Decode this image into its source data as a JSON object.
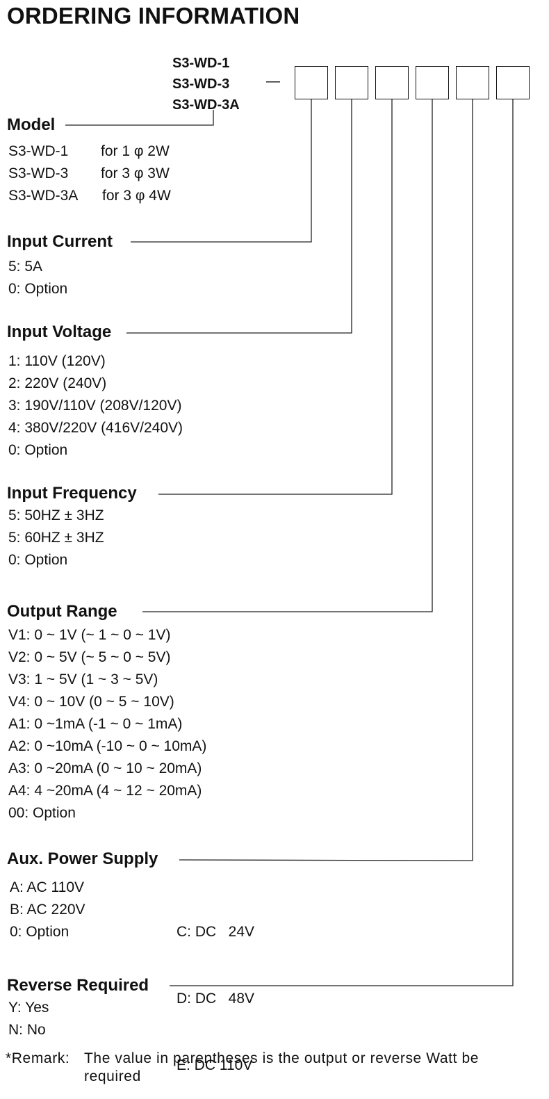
{
  "title": "ORDERING  INFORMATION",
  "header": {
    "models": [
      "S3-WD-1",
      "S3-WD-3",
      "S3-WD-3A"
    ],
    "dash": "—"
  },
  "code_boxes": [
    "",
    "",
    "",
    "",
    "",
    ""
  ],
  "model": {
    "heading": "Model",
    "items": [
      {
        "code": "S3-WD-1",
        "desc": "for 1 φ 2W"
      },
      {
        "code": "S3-WD-3",
        "desc": "for 3 φ 3W"
      },
      {
        "code": "S3-WD-3A",
        "desc": "for 3 φ 4W"
      }
    ]
  },
  "input_current": {
    "heading": "Input Current",
    "items": [
      "5: 5A",
      "0: Option"
    ]
  },
  "input_voltage": {
    "heading": "Input Voltage",
    "items": [
      "1: 110V (120V)",
      "2: 220V (240V)",
      "3: 190V/110V (208V/120V)",
      "4: 380V/220V (416V/240V)",
      "0: Option"
    ]
  },
  "input_frequency": {
    "heading": "Input  Frequency",
    "items": [
      "5: 50HZ ± 3HZ",
      "5: 60HZ ±  3HZ",
      "0: Option"
    ]
  },
  "output_range": {
    "heading": "Output  Range",
    "items": [
      "V1: 0 ~ 1V (~ 1 ~ 0 ~ 1V)",
      "V2: 0 ~ 5V (~ 5 ~ 0 ~ 5V)",
      "V3: 1 ~ 5V (1 ~ 3 ~ 5V)",
      "V4: 0 ~ 10V (0 ~ 5 ~ 10V)",
      "A1: 0 ~1mA (-1 ~ 0 ~ 1mA)",
      "A2: 0 ~10mA (-10 ~ 0 ~ 10mA)",
      "A3: 0 ~20mA (0 ~ 10 ~ 20mA)",
      "A4: 4 ~20mA (4 ~ 12 ~ 20mA)",
      "00: Option"
    ]
  },
  "aux_power_supply": {
    "heading": "Aux. Power Supply",
    "left_items": [
      "A: AC 110V",
      "B: AC 220V",
      "0: Option"
    ],
    "right_items": [
      "C: DC   24V",
      "D: DC   48V",
      "E: DC 110V"
    ]
  },
  "reverse_required": {
    "heading": "Reverse Required",
    "items": [
      "Y: Yes",
      "N: No"
    ]
  },
  "remark": {
    "label": "*Remark:",
    "line1": "The value in parentheses is the output or reverse Watt be",
    "line2": "required"
  }
}
